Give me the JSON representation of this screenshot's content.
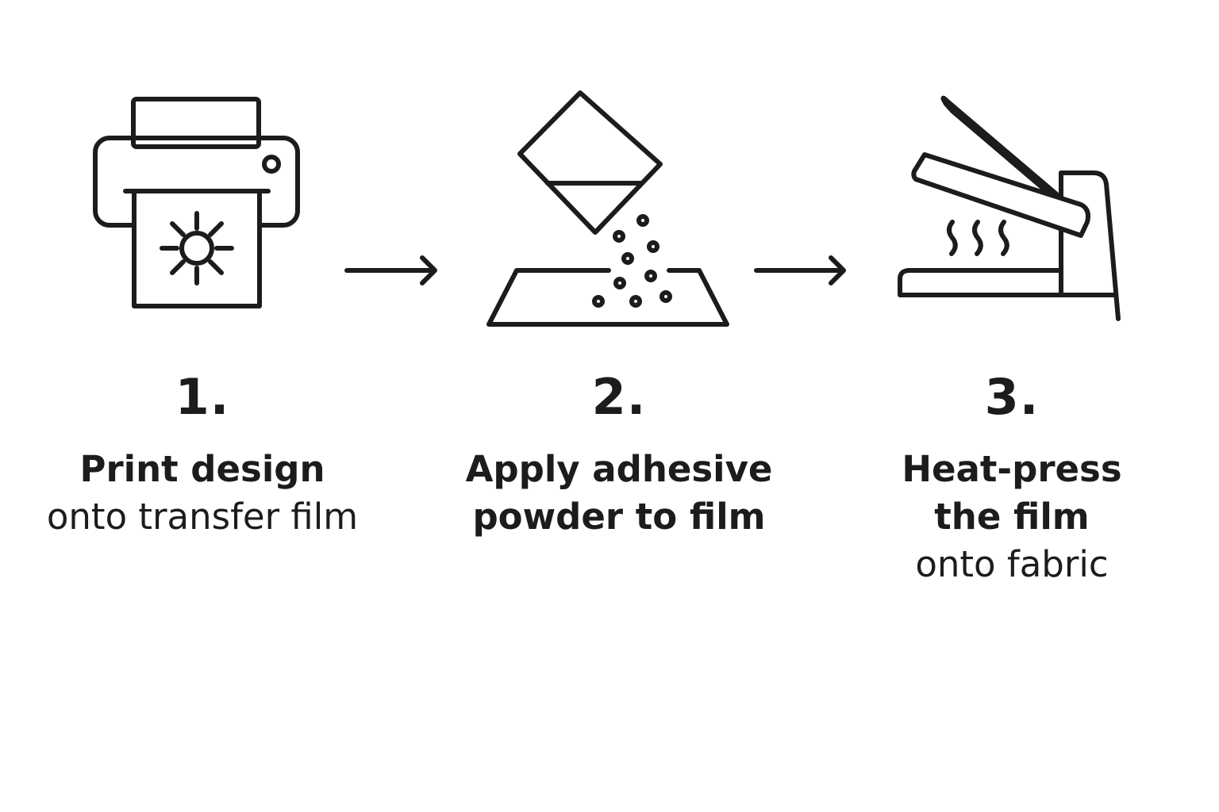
{
  "steps": [
    {
      "number": "1.",
      "lines": [
        {
          "text": "Print design",
          "weight": "bold"
        },
        {
          "text": "onto transfer film",
          "weight": "normal"
        }
      ],
      "icon": "printer-icon"
    },
    {
      "number": "2.",
      "lines": [
        {
          "text": "Apply adhesive",
          "weight": "bold"
        },
        {
          "text": "powder to film",
          "weight": "bold"
        }
      ],
      "icon": "powder-pour-icon"
    },
    {
      "number": "3.",
      "lines": [
        {
          "text": "Heat-press",
          "weight": "bold"
        },
        {
          "text": "the film",
          "weight": "bold"
        },
        {
          "text": "onto fabric",
          "weight": "normal"
        }
      ],
      "icon": "heat-press-icon"
    }
  ],
  "connectors": [
    "arrow-right-icon",
    "arrow-right-icon"
  ]
}
